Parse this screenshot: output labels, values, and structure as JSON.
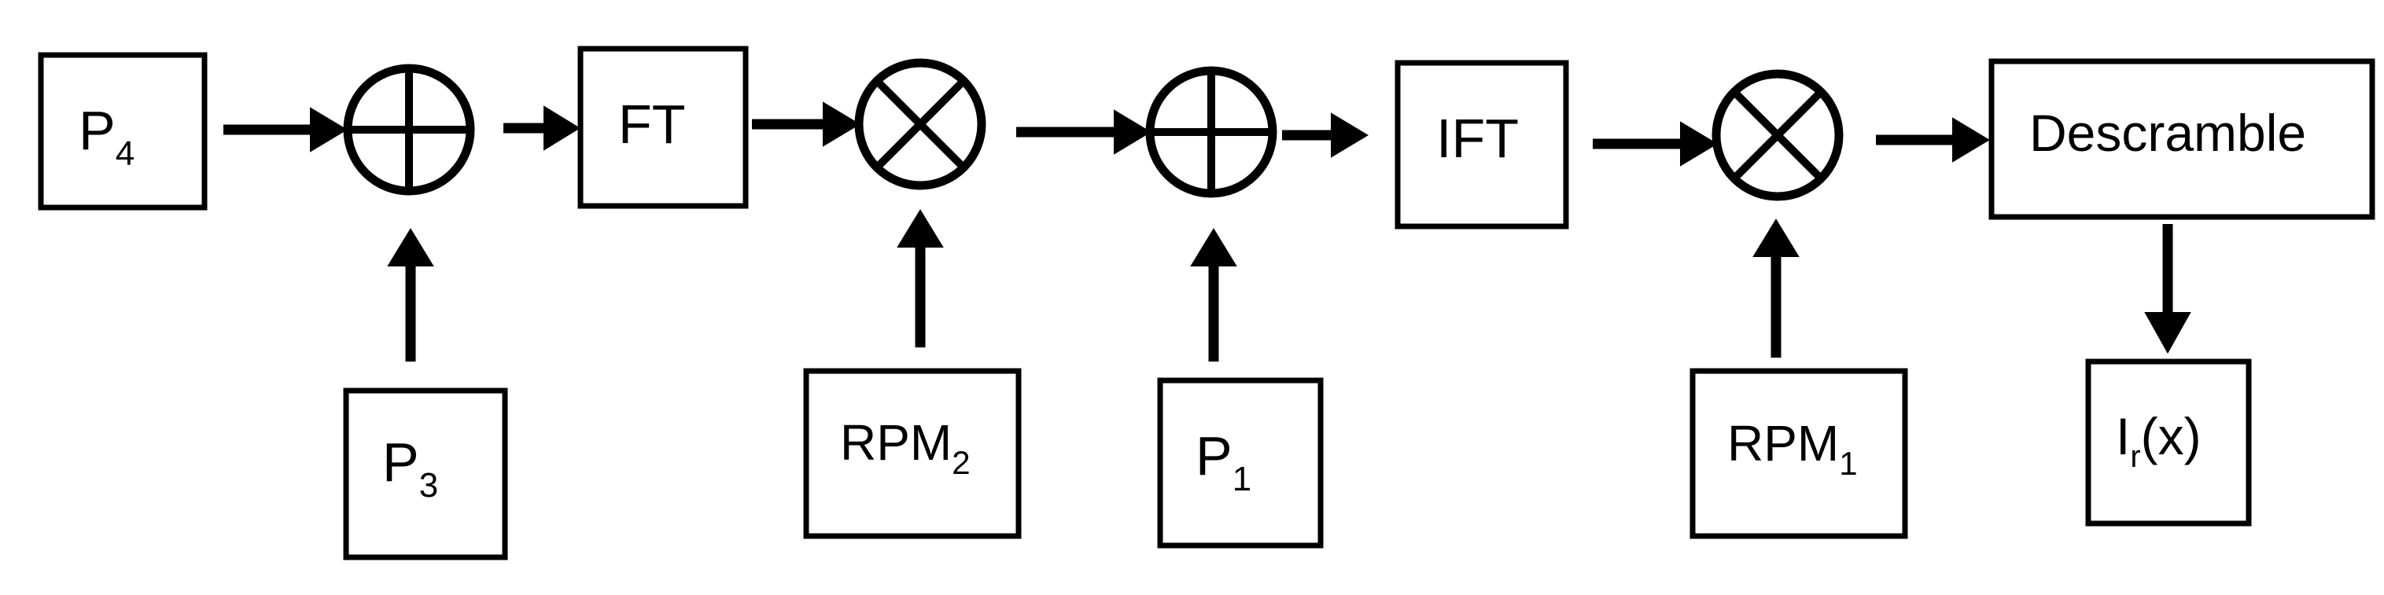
{
  "diagram": {
    "blocks": {
      "p4": "P",
      "p4_sub": "4",
      "ft": "FT",
      "ift": "IFT",
      "descramble": "Descramble",
      "p3": "P",
      "p3_sub": "3",
      "rpm2": "RPM",
      "rpm2_sub": "2",
      "p1": "P",
      "p1_sub": "1",
      "rpm1": "RPM",
      "rpm1_sub": "1",
      "output": "I",
      "output_sub": "r",
      "output_arg": "(x)"
    },
    "operators": {
      "sum_1": "plus",
      "product_1": "times",
      "sum_2": "plus",
      "product_2": "times"
    },
    "colors": {
      "ink": "#000000",
      "background": "#ffffff"
    }
  }
}
